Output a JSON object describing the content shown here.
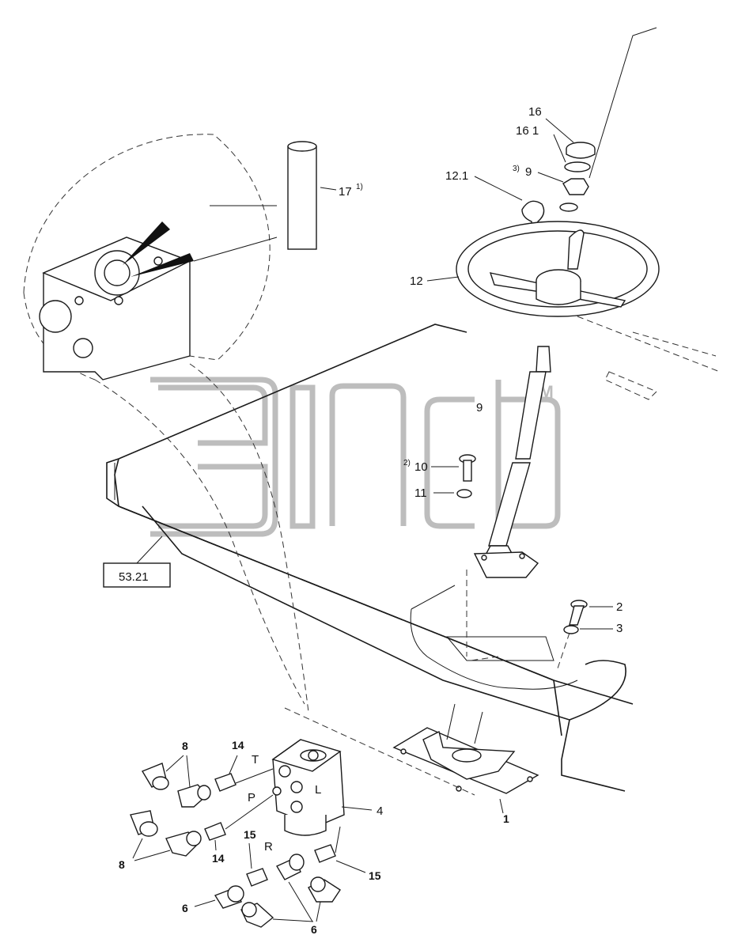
{
  "callouts": {
    "c16": "16",
    "c16_1": "16 1",
    "c9_top_sup": "3)",
    "c9_top": "9",
    "c12_1": "12.1",
    "c17": "17",
    "c17_sup": "1)",
    "c12": "12",
    "c9_shaft": "9",
    "c10_sup": "2)",
    "c10": "10",
    "c11": "11",
    "c2": "2",
    "c3": "3",
    "c1": "1",
    "c4": "4",
    "c8_top": "8",
    "c8_bottom": "8",
    "c14_top": "14",
    "c14_bottom": "14",
    "c15_left": "15",
    "c15_right": "15",
    "c6_left": "6",
    "c6_bottom": "6",
    "port_t": "T",
    "port_p": "P",
    "port_l": "L",
    "port_r": "R"
  },
  "reference_box": "53.21",
  "watermark": "TM"
}
